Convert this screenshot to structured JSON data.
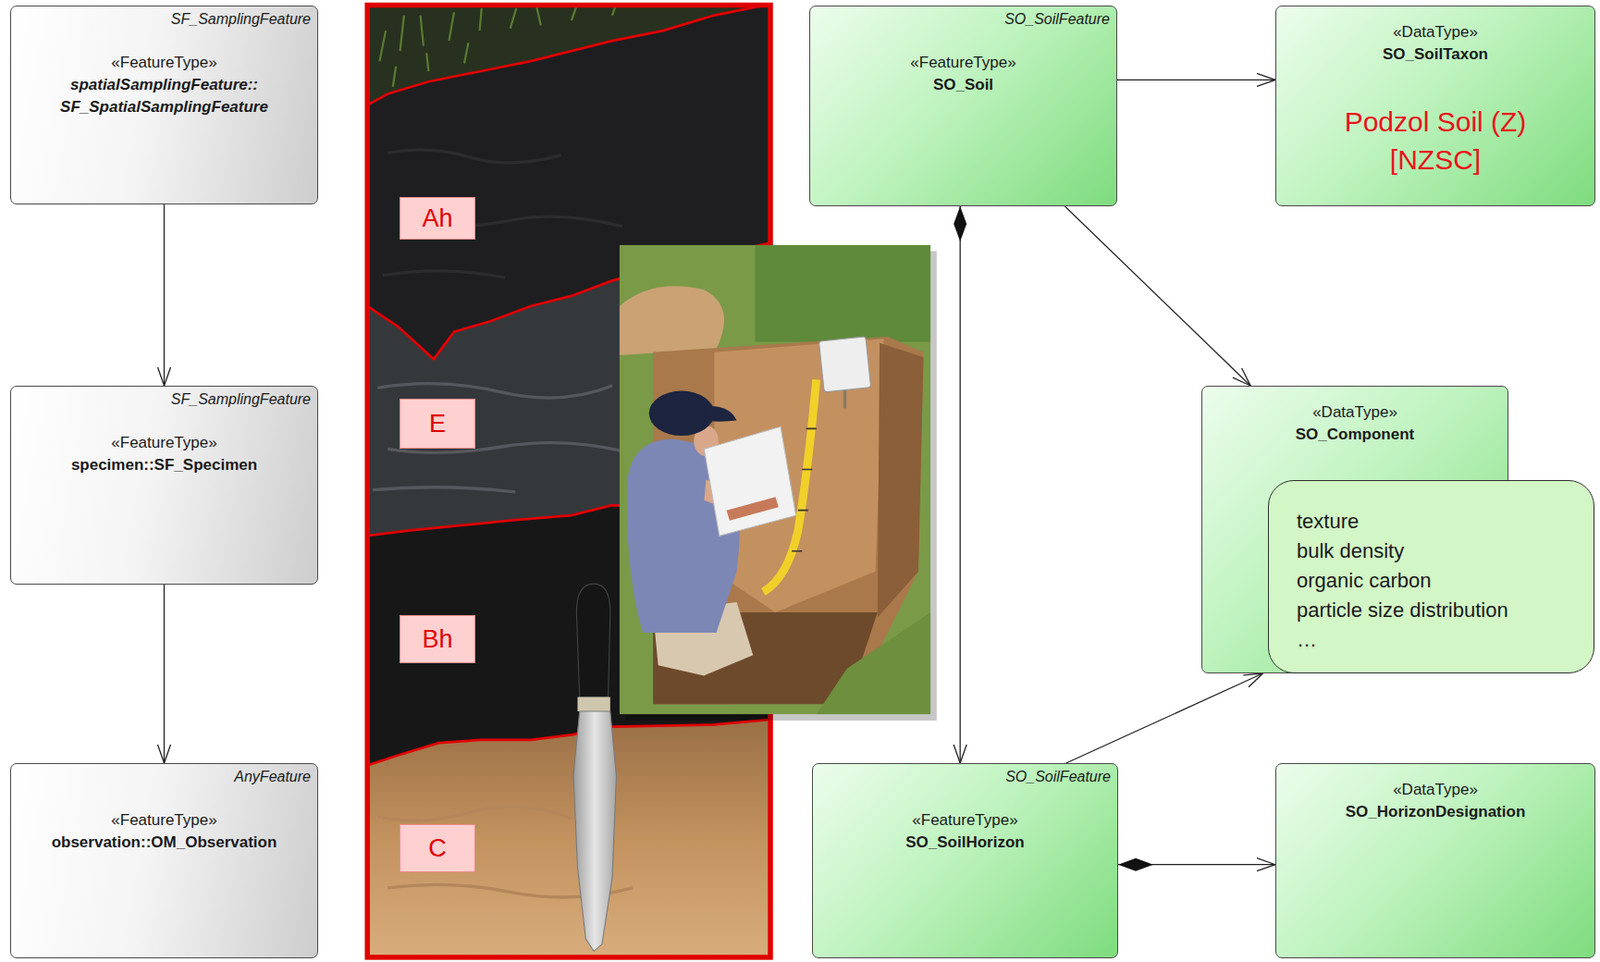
{
  "diagram": {
    "nodes": [
      {
        "text": [
          "SF_SamplingFeature",
          "«FeatureType»",
          "spatialSamplingFeature:: SF_SpatialSamplingFeature"
        ]
      },
      {
        "text": [
          "SF_SamplingFeature",
          "«FeatureType»",
          "specimen::SF_Specimen"
        ]
      },
      {
        "text": [
          "AnyFeature",
          "«FeatureType»",
          "observation::OM_Observation"
        ]
      },
      {
        "text": [
          "Ah"
        ]
      },
      {
        "text": [
          "E"
        ]
      },
      {
        "text": [
          "Bh"
        ]
      },
      {
        "text": [
          "C"
        ]
      },
      {
        "text": [
          "SO_SoilFeature",
          "«FeatureType»",
          "SO_Soil"
        ]
      },
      {
        "text": [
          "«DataType»",
          "SO_SoilTaxon",
          "Podzol Soil (Z) [NZSC]"
        ]
      },
      {
        "text": [
          "«DataType»",
          "SO_Component"
        ]
      },
      {
        "text": [
          "texture",
          "bulk density",
          "organic carbon",
          "particle size distribution",
          "…"
        ]
      },
      {
        "text": [
          "SO_SoilFeature",
          "«FeatureType»",
          "SO_SoilHorizon"
        ]
      },
      {
        "text": [
          "«DataType»",
          "SO_HorizonDesignation"
        ]
      }
    ],
    "edges": [
      {
        "from": 0,
        "to": 1,
        "arrow": "to"
      },
      {
        "from": 1,
        "to": 2,
        "arrow": "to"
      },
      {
        "from": 7,
        "to": 8,
        "arrow": "to"
      },
      {
        "from": 7,
        "to": 9,
        "arrow": "to"
      },
      {
        "from": 7,
        "to": 11,
        "arrow": "to"
      },
      {
        "from": 11,
        "to": 9,
        "arrow": "to"
      },
      {
        "from": 11,
        "to": 12,
        "arrow": "to"
      }
    ]
  }
}
